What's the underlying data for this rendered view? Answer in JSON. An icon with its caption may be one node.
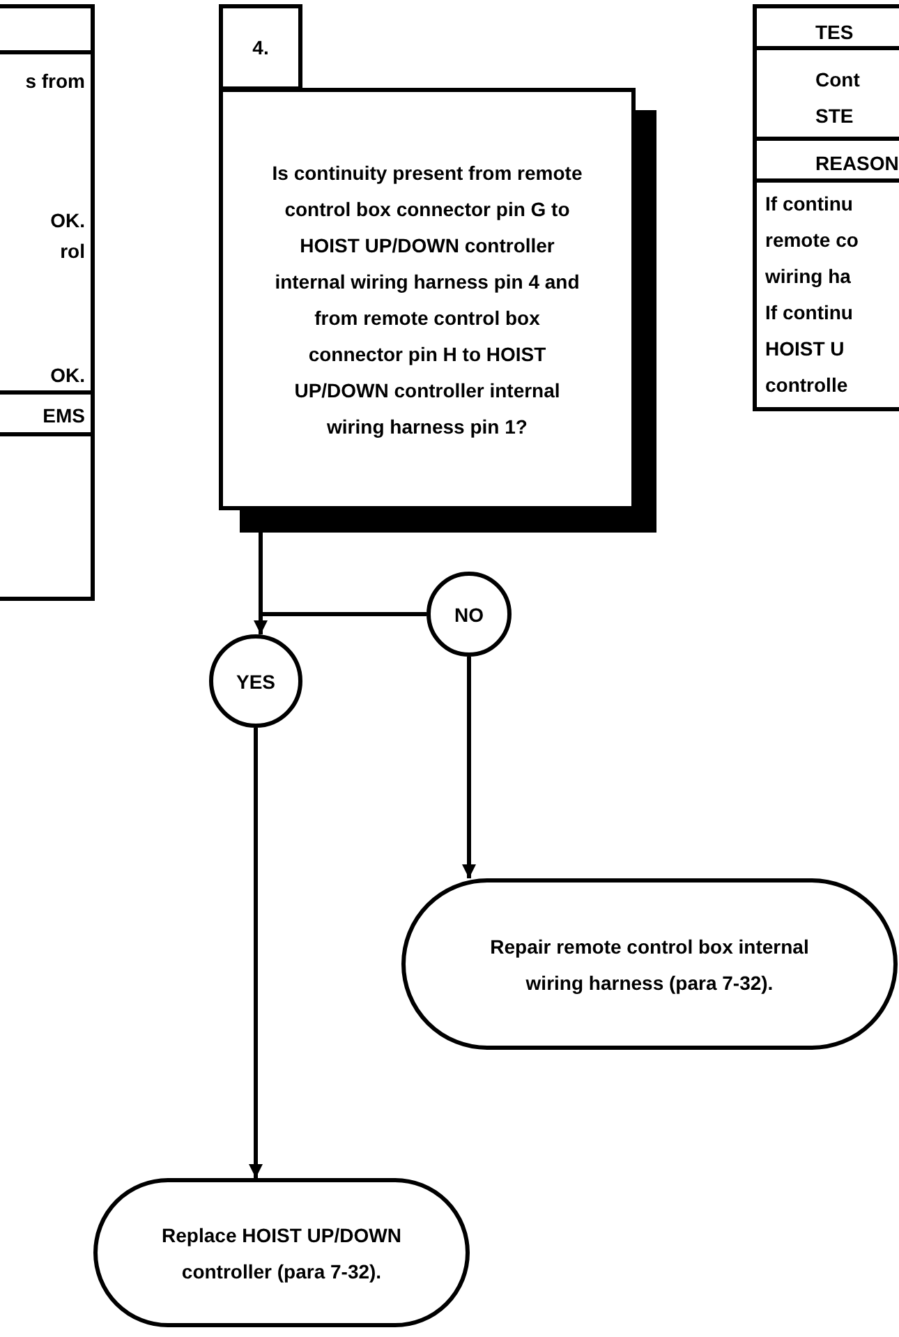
{
  "diagram": {
    "nodes": [
      {
        "text": [
          "s from",
          "OK.",
          "rol",
          "OK.",
          "EMS"
        ]
      },
      {
        "text": [
          "TES",
          "Cont",
          "STE",
          "REASON",
          "If continu",
          "remote co",
          "wiring ha",
          "If continu",
          "HOIST U",
          "controlle"
        ]
      },
      {
        "text": [
          "4."
        ]
      },
      {
        "text": [
          "Is continuity present from remote control box connector pin G to HOIST UP/DOWN controller internal wiring harness pin 4 and from remote control box connector pin H to HOIST UP/DOWN controller internal wiring harness pin 1?"
        ]
      },
      {
        "text": [
          "NO"
        ]
      },
      {
        "text": [
          "YES"
        ]
      },
      {
        "text": [
          "Repair remote control box internal wiring harness (para 7-32)."
        ]
      },
      {
        "text": [
          "Replace HOIST UP/DOWN controller (para 7-32)."
        ]
      }
    ],
    "edges": [
      {
        "from": 3,
        "to": 5,
        "arrow": "to"
      },
      {
        "from": 3,
        "to": 4,
        "arrow": "none"
      },
      {
        "from": 4,
        "to": 6,
        "arrow": "to"
      },
      {
        "from": 5,
        "to": 7,
        "arrow": "to"
      }
    ]
  }
}
